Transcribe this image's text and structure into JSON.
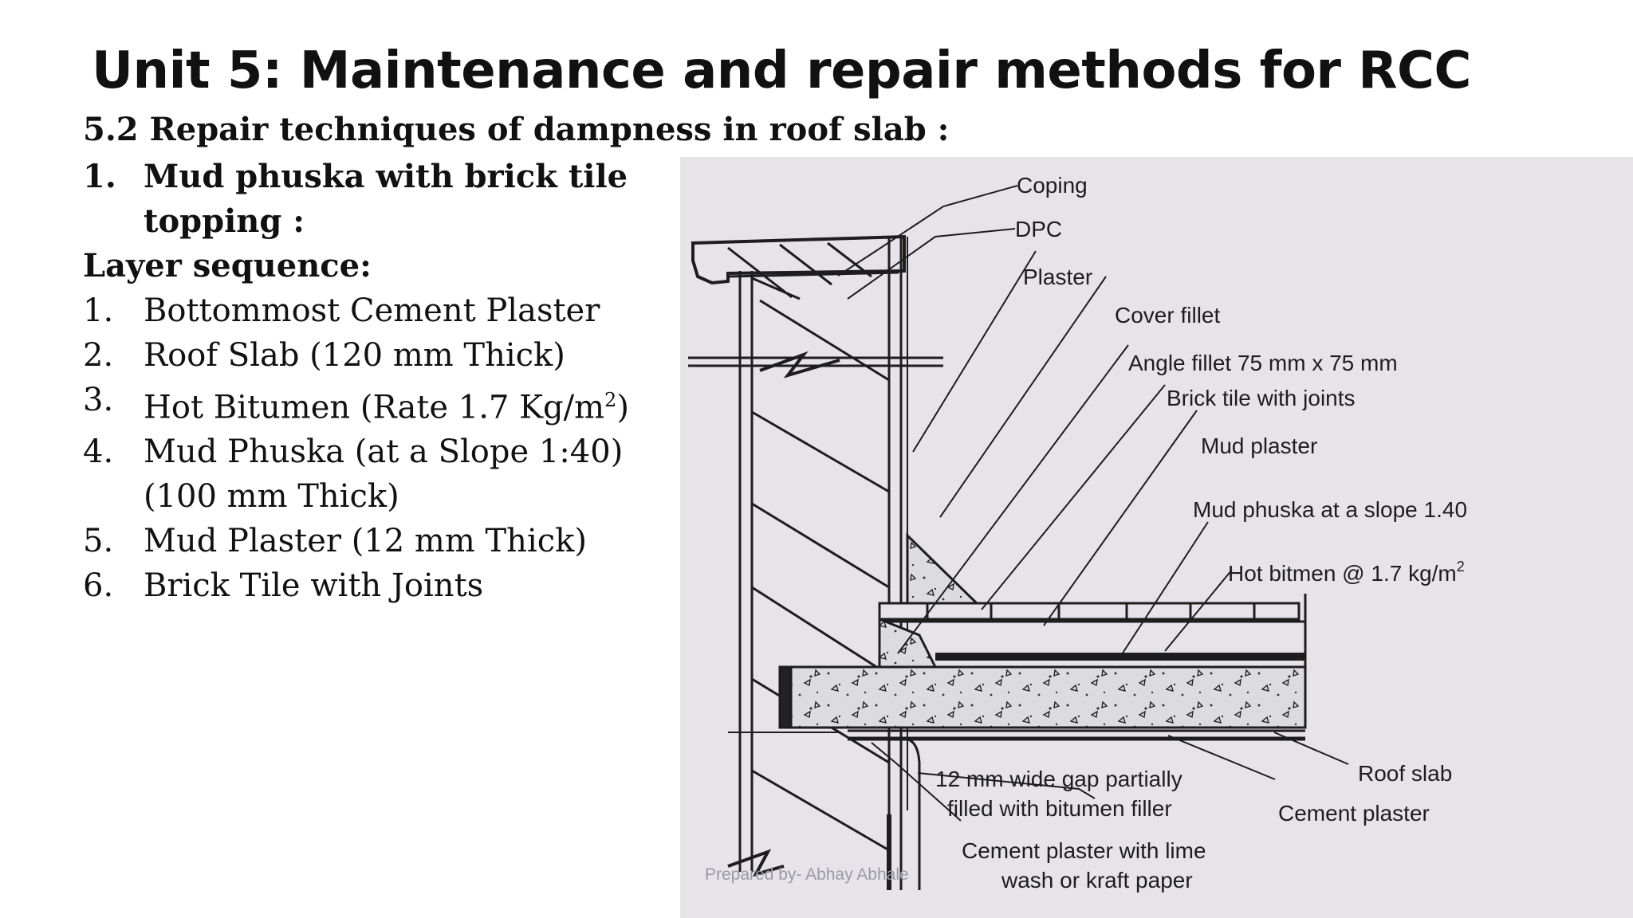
{
  "title": "Unit 5: Maintenance and repair methods for RCC",
  "section_heading": "5.2 Repair techniques of dampness in roof slab :",
  "method": {
    "number": "1.",
    "text_line1": "Mud phuska with brick tile",
    "text_line2": "topping :"
  },
  "layer_heading": "Layer sequence:",
  "layers": [
    {
      "num": "1.",
      "text": "Bottommost Cement Plaster"
    },
    {
      "num": "2.",
      "text": "Roof Slab (120 mm Thick)"
    },
    {
      "num": "3.",
      "text_before": "Hot Bitumen (Rate 1.7 Kg/m",
      "sup": "2",
      "text_after": ")"
    },
    {
      "num": "4.",
      "text_line1": "Mud Phuska (at a Slope 1:40)",
      "text_line2": "(100 mm Thick)"
    },
    {
      "num": "5.",
      "text": "Mud Plaster (12 mm Thick)"
    },
    {
      "num": "6.",
      "text": "Brick Tile with Joints"
    }
  ],
  "diagram": {
    "labels": {
      "coping": "Coping",
      "dpc": "DPC",
      "plaster": "Plaster",
      "cover_fillet": "Cover fillet",
      "angle_fillet": "Angle fillet 75 mm x 75 mm",
      "brick_tile": "Brick tile with joints",
      "mud_plaster": "Mud plaster",
      "mud_phuska": "Mud phuska at a slope 1.40",
      "hot_bitumen": "Hot bitmen @ 1.7 kg/m",
      "hot_bitumen_sup": "2",
      "gap_line1": "12 mm wide gap partially",
      "gap_line2": "filled with bitumen filler",
      "cement_lime_line1": "Cement plaster with lime",
      "cement_lime_line2": "wash or kraft paper",
      "roof_slab": "Roof slab",
      "cement_plaster": "Cement plaster"
    }
  },
  "footer": "Prepared by- Abhay Abhale"
}
